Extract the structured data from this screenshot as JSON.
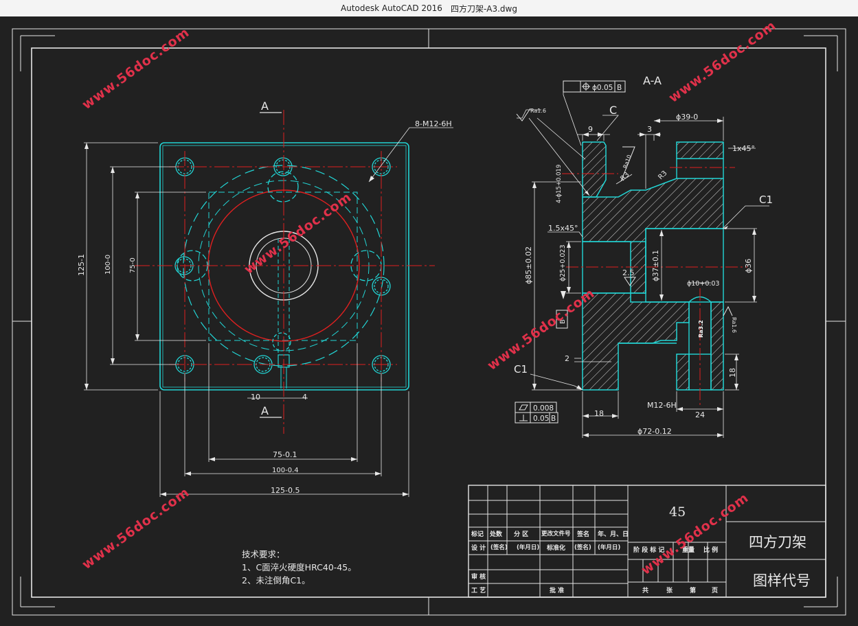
{
  "window": {
    "app_title": "Autodesk AutoCAD 2016",
    "file_name": "四方刀架-A3.dwg"
  },
  "watermark": "www.56doc.com",
  "front_view": {
    "section_label": "A",
    "hole_callout": "8-M12-6H",
    "dim_10": "10",
    "dim_4": "4",
    "dim_75_bottom": "75-0.1",
    "dim_100_bottom": "100-0.4",
    "dim_125_bottom": "125-0.5",
    "dim_125_left": "125-1",
    "dim_100_left": "100-0",
    "dim_75_left": "75-0"
  },
  "section_view": {
    "title": "A-A",
    "position_tol": "ϕ0.05",
    "position_datum": "B",
    "ra16": "Ra1.6",
    "label_c": "C",
    "dim_9": "9",
    "dim_3": "3",
    "dim_39": "ϕ39-0",
    "chamfer_1": "1x45°",
    "r3_a": "R3",
    "r3_b": "R3",
    "dim_15": "4-ϕ15+0.019",
    "ra10": "Ra10",
    "label_c1_top": "C1",
    "chamfer_15": "1.5x45°",
    "dim_85": "ϕ85±0.02",
    "dim_25": "ϕ25+0.023",
    "dim_37": "ϕ37±0.1",
    "dim_36": "ϕ36",
    "dim_25b": "2.5",
    "dim_10b": "ϕ10+0.03",
    "ra32": "Ra3.2",
    "ra16b": "Ra1.6",
    "datum_b": "B",
    "dim_2": "2",
    "label_c1_bottom": "C1",
    "flatness": "0.008",
    "perp": "0.05",
    "perp_datum": "B",
    "dim_18_left": "18",
    "thread": "M12-6H",
    "dim_24": "24",
    "dim_18_right": "18",
    "dim_72": "ϕ72-0.12"
  },
  "notes": {
    "title": "技术要求：",
    "line1": "1、C面淬火硬度HRC40-45。",
    "line2": "2、未注倒角C1。"
  },
  "title_block": {
    "material": "45",
    "part_name": "四方刀架",
    "drawing_no": "图样代号",
    "row_marks": [
      "标记",
      "处数",
      "分 区",
      "更改文件号",
      "签名",
      "年、月、日"
    ],
    "row_design": [
      "设 计",
      "(签名)",
      "(年月日)",
      "标准化",
      "(签名)",
      "(年月日)"
    ],
    "stage_labels": [
      "阶 段 标 记",
      "重量",
      "比 例"
    ],
    "review": "审 核",
    "process": "工 艺",
    "approve": "批 准",
    "sheet_total": "共",
    "sheet_unit": "张",
    "sheet_page": "第",
    "sheet_page_unit": "页"
  }
}
